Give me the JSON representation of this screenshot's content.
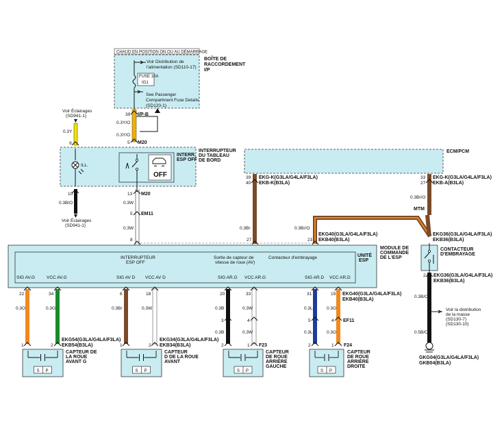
{
  "top": {
    "power_label": "CHAUD EN POSITION ON OU AU DÉMARRAGE",
    "junction_title_1": "BOÎTE DE",
    "junction_title_2": "RACCORDEMENT",
    "junction_title_3": "I/P",
    "voir_dist_1": "Voir Distribution de",
    "voir_dist_2": "l'alimentation (SD110-17)",
    "fuse_id": "FUSE 10A",
    "fuse_name": "IG1",
    "see_pass_1": "See Passenger",
    "see_pass_2": "Compartment Fuse Details",
    "see_pass_3": "(SD120-1)",
    "pin_39": "39",
    "ipb": "I/P-B",
    "w_03yo_a": "0.3Y/O",
    "w_03yo_b": "0.3Y/O",
    "pin_5": "5",
    "m20_a": "M20"
  },
  "left": {
    "voir_ecl_top_1": "Voir Éclairages",
    "voir_ecl_top_2": "(SD941-1)",
    "w_03y": "0.3Y",
    "pin_9": "9",
    "ill": "ILL.",
    "pin_10": "10",
    "w_03bo": "0.3B/O",
    "voir_ecl_bot_1": "Voir Éclairages",
    "voir_ecl_bot_2": "(SD941-1)"
  },
  "switch": {
    "title_1": "INTERRUPTEUR",
    "title_2": "DU TABLEAU",
    "title_3": "DE BORD",
    "sub_1": "INTERR.",
    "sub_2": "ESP OFF",
    "off": "OFF",
    "pin_13": "13",
    "m20_b": "M20",
    "w_03w_a": "0.3W",
    "pin_5b": "5",
    "em11": "EM11",
    "w_03w_b": "0.3W",
    "pin_8": "8"
  },
  "ecm": {
    "title": "ECM/PCM",
    "ekgk_l": "EKG-K(G3LA/G4LA/F3LA)",
    "ekbk_l": "EKB-K(B3LA)",
    "pin_39l": "39",
    "pin_40l": "40",
    "ekgk_r": "EKG-K(G3LA/G4LA/F3LA)",
    "ekba_r": "EKB-A(B3LA)",
    "pin_33r": "33",
    "pin_27r": "27",
    "w_03bro": "0.3Br/O",
    "mtm": "MTM",
    "w_03br": "0.3Br",
    "pin_27": "27",
    "w_03bro_b": "0.3Br/O",
    "pin_23": "23",
    "ekg40": "EKG40(G3LA/G4LA/F3LA)",
    "ekb40": "EKB40(B3LA)",
    "ekg36": "EKG36(G3LA/G4LA/F3LA)",
    "ekb36": "EKB36(B3LA)"
  },
  "clutch": {
    "title_1": "CONTACTEUR",
    "title_2": "D'EMBRAYAGE",
    "pin_2": "2",
    "ekg36b": "EKG36(G3LA/G4LA/F3LA)",
    "ekb36b": "EKB36(B3LA)",
    "w_03bo": "0.3B/O",
    "voir_masse_1": "Voir la distribution",
    "voir_masse_2": "de la masse",
    "voir_masse_3": "(SD130-7)",
    "voir_masse_4": "(SD130-10)",
    "w_05bo": "0.5B/O",
    "gkg04": "GKG04(G3LA/G4LA/F3LA)",
    "gkb04": "GKB04(B3LA)"
  },
  "module": {
    "title_1": "MODULE DE",
    "title_2": "COMMANDE",
    "title_3": "DE L'ESP",
    "unit_1": "UNITÉ",
    "unit_2": "ESP",
    "int_1": "INTERRUPTEUR",
    "int_2": "ESP OFF",
    "sortie_1": "Sortie de capteur de",
    "sortie_2": "vitesse de roue (AV)",
    "contacteur": "Contacteur d'embrayage",
    "pins": [
      "SIG AV.G",
      "VCC AV.G",
      "SIG AV D",
      "VCC AV D",
      "SIG AR.G",
      "VCC AR.G",
      "SIG AR.D",
      "VCC AR.D"
    ]
  },
  "sensors": {
    "fl": {
      "pin_a": "22",
      "pin_b": "34",
      "w_a": "0.3O",
      "w_b": "0.3G",
      "c1": "1",
      "c2": "2",
      "conn_1": "EKG54(G3LA/G4LA/F3LA)",
      "conn_2": "EKB54(B3LA)",
      "name_1": "CAPTEUR DE",
      "name_2": "LA ROUE",
      "name_3": "AVANT G"
    },
    "fr": {
      "pin_a": "6",
      "pin_b": "18",
      "w_a": "0.3Br",
      "w_b": "0.3W",
      "c1": "1",
      "c2": "2",
      "conn_1": "EKG34(G3LA/G4LA/F3LA)",
      "conn_2": "EKB34(B3LA)",
      "name_1": "CAPTEUR",
      "name_2": "D DE LA ROUE",
      "name_3": "AVANT"
    },
    "rl": {
      "pin_a": "20",
      "pin_b": "33",
      "w_a": "0.3B",
      "w_b": "0.3W",
      "m3": "3",
      "m4": "4",
      "w_c": "0.3B",
      "w_d": "0.3W",
      "c1": "2",
      "c2": "1",
      "f23": "F23",
      "name_1": "CAPTEUR",
      "name_2": "DE ROUE",
      "name_3": "ARRIÈRE",
      "name_4": "GAUCHE"
    },
    "rr": {
      "pin_a": "31",
      "pin_b": "19",
      "w_a": "0.3L",
      "w_b": "0.3O",
      "conn_1": "EKG40(G3LA/G4LA/F3LA)",
      "conn_2": "EKB40(B3LA)",
      "m5": "5",
      "m4": "4",
      "ef11": "EF11",
      "w_c": "0.3L",
      "w_d": "0.3O",
      "c1": "2",
      "c2": "1",
      "f24": "F24",
      "name_1": "CAPTEUR",
      "name_2": "DE ROUE",
      "name_3": "ARRIÈRE",
      "name_4": "DROITE"
    },
    "s_label": "S",
    "p_label": "P"
  }
}
